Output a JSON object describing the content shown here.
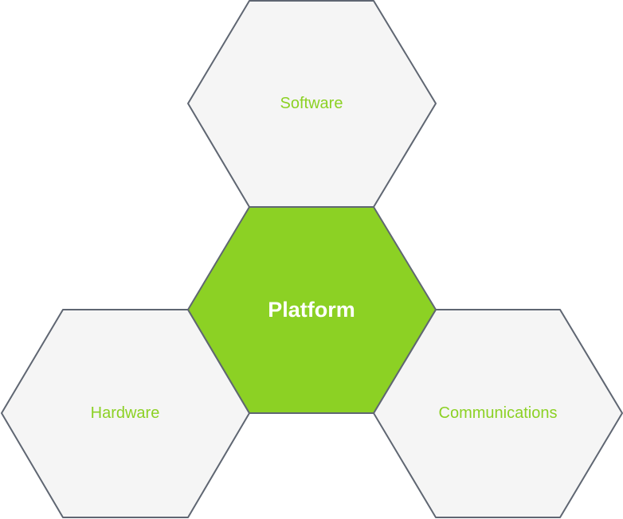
{
  "diagram": {
    "center": {
      "label": "Platform"
    },
    "top": {
      "label": "Software"
    },
    "bottom_left": {
      "label": "Hardware"
    },
    "bottom_right": {
      "label": "Communications"
    }
  },
  "colors": {
    "accent_green": "#8cd124",
    "outer_fill": "#f5f5f5",
    "stroke": "#5f6672",
    "center_text": "#ffffff"
  }
}
